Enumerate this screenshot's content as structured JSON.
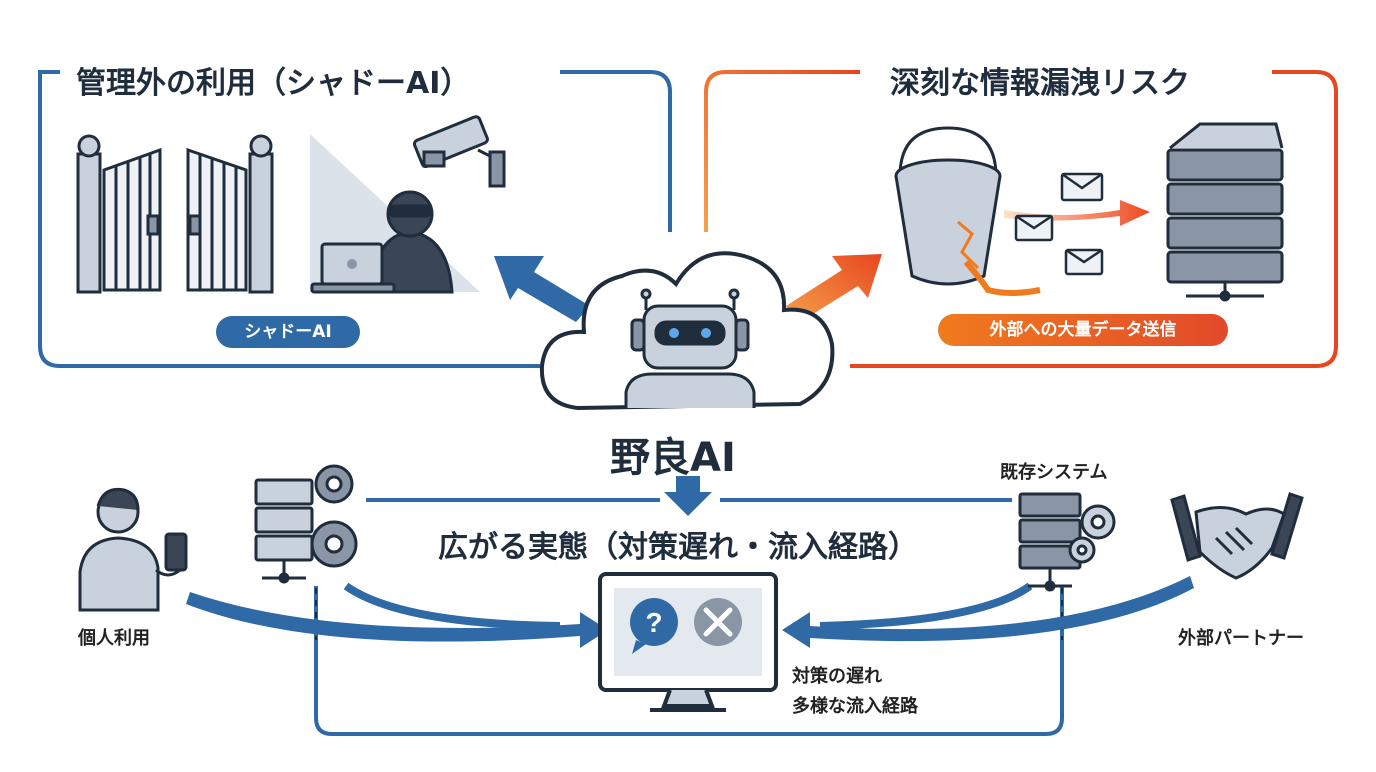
{
  "panels": {
    "left": {
      "title": "管理外の利用（シャドーAI）",
      "badge": "シャドーAI"
    },
    "right": {
      "title": "深刻な情報漏洩リスク",
      "badge": "外部への大量データ送信"
    }
  },
  "center": {
    "title": "野良AI"
  },
  "bottom": {
    "title": "広がる実態（対策遅れ・流入経路）",
    "personal_label": "個人利用",
    "legacy_label": "既存システム",
    "partner_label": "外部パートナー",
    "monitor_notes": [
      "対策の遅れ",
      "多様な流入経路"
    ]
  },
  "colors": {
    "blue": "#2f6aa6",
    "orange": "#ee6a1e",
    "red": "#e24a2a",
    "dark": "#1f2d3d",
    "gray": "#8a96a6",
    "light_gray": "#c9d1dc"
  },
  "icons": [
    "gate-icon",
    "camera-icon",
    "hacker-icon",
    "laptop-icon",
    "cloud-icon",
    "robot-icon",
    "bucket-icon",
    "envelope-icon",
    "server-icon",
    "gear-icon",
    "person-icon",
    "smartphone-icon",
    "monitor-icon",
    "question-icon",
    "close-icon",
    "handshake-icon",
    "arrow-icon"
  ]
}
